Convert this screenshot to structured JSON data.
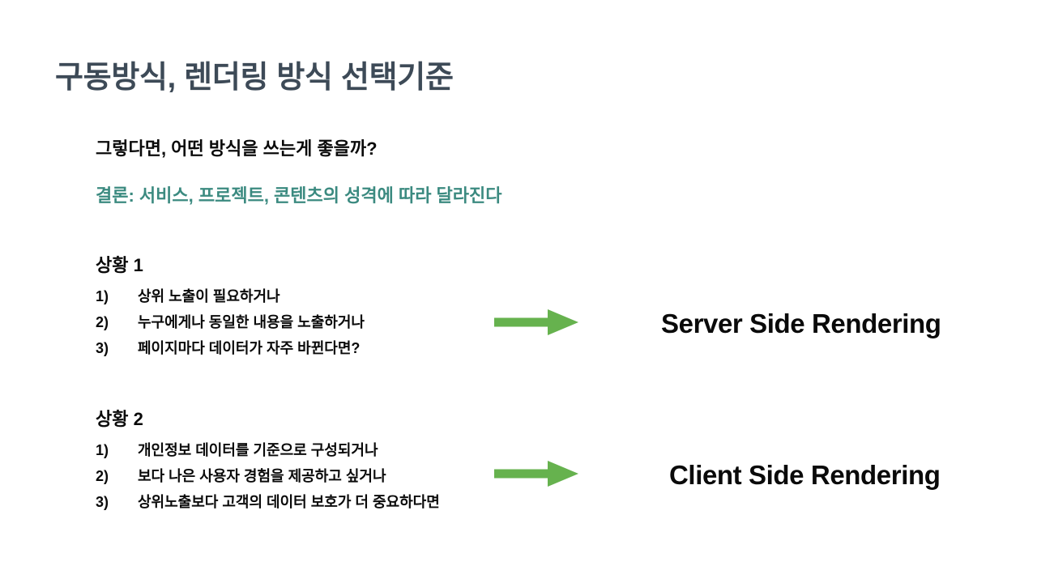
{
  "slide": {
    "title": "구동방식, 렌더링 방식 선택기준",
    "background_color": "#ffffff",
    "title_color": "#3d4a57",
    "accent_color": "#3b8a80",
    "arrow_color": "#66b24e"
  },
  "intro": {
    "question": "그렇다면, 어떤 방식을 쓰는게 좋을까?",
    "conclusion": "결론: 서비스, 프로젝트, 콘텐츠의 성격에 따라 달라진다"
  },
  "situations": [
    {
      "heading": "상황 1",
      "items": [
        {
          "marker": "1)",
          "text": "상위 노출이 필요하거나"
        },
        {
          "marker": "2)",
          "text": "누구에게나 동일한 내용을 노출하거나"
        },
        {
          "marker": "3)",
          "text": "페이지마다 데이터가 자주 바뀐다면?"
        }
      ],
      "result": "Server Side Rendering"
    },
    {
      "heading": "상황 2",
      "items": [
        {
          "marker": "1)",
          "text": "개인정보 데이터를 기준으로 구성되거나"
        },
        {
          "marker": "2)",
          "text": "보다 나은 사용자 경험을 제공하고 싶거나"
        },
        {
          "marker": "3)",
          "text": "상위노출보다 고객의 데이터 보호가 더 중요하다면"
        }
      ],
      "result": "Client Side Rendering"
    }
  ]
}
